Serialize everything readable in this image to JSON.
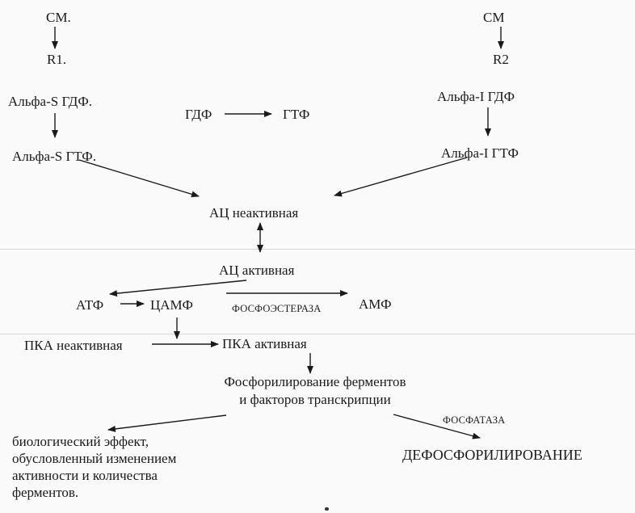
{
  "diagram": {
    "left_branch": {
      "cm": "СМ.",
      "receptor": "R1.",
      "alpha_gdp": "Альфа-S ГДФ.",
      "alpha_gtp": "Альфа-S ГТФ."
    },
    "right_branch": {
      "cm": "СМ",
      "receptor": "R2",
      "alpha_gdp": "Альфа-I ГДФ",
      "alpha_gtp": "Альфа-I ГТФ"
    },
    "exchange": {
      "gdp": "ГДФ",
      "gtp": "ГТФ"
    },
    "ac_inactive": "АЦ неактивная",
    "ac_active": "АЦ активная",
    "atp": "АТФ",
    "camp": "ЦАМФ",
    "phosphodiesterase": "ФОСФОЭСТЕРАЗА",
    "amp": "АМФ",
    "pka_inactive": "ПКА неактивная",
    "pka_active": "ПКА активная",
    "phosphorylation": "Фосфорилирование ферментов\nи факторов транскрипции",
    "phosphatase": "ФОСФАТАЗА",
    "dephosphorylation": "ДЕФОСФОРИЛИРОВАНИЕ",
    "biological_effect": "биологический эффект,\nобусловленный изменением\nактивности и количества\nферментов."
  },
  "colors": {
    "ink": "#1a1a1a",
    "paper": "#fafafa"
  }
}
